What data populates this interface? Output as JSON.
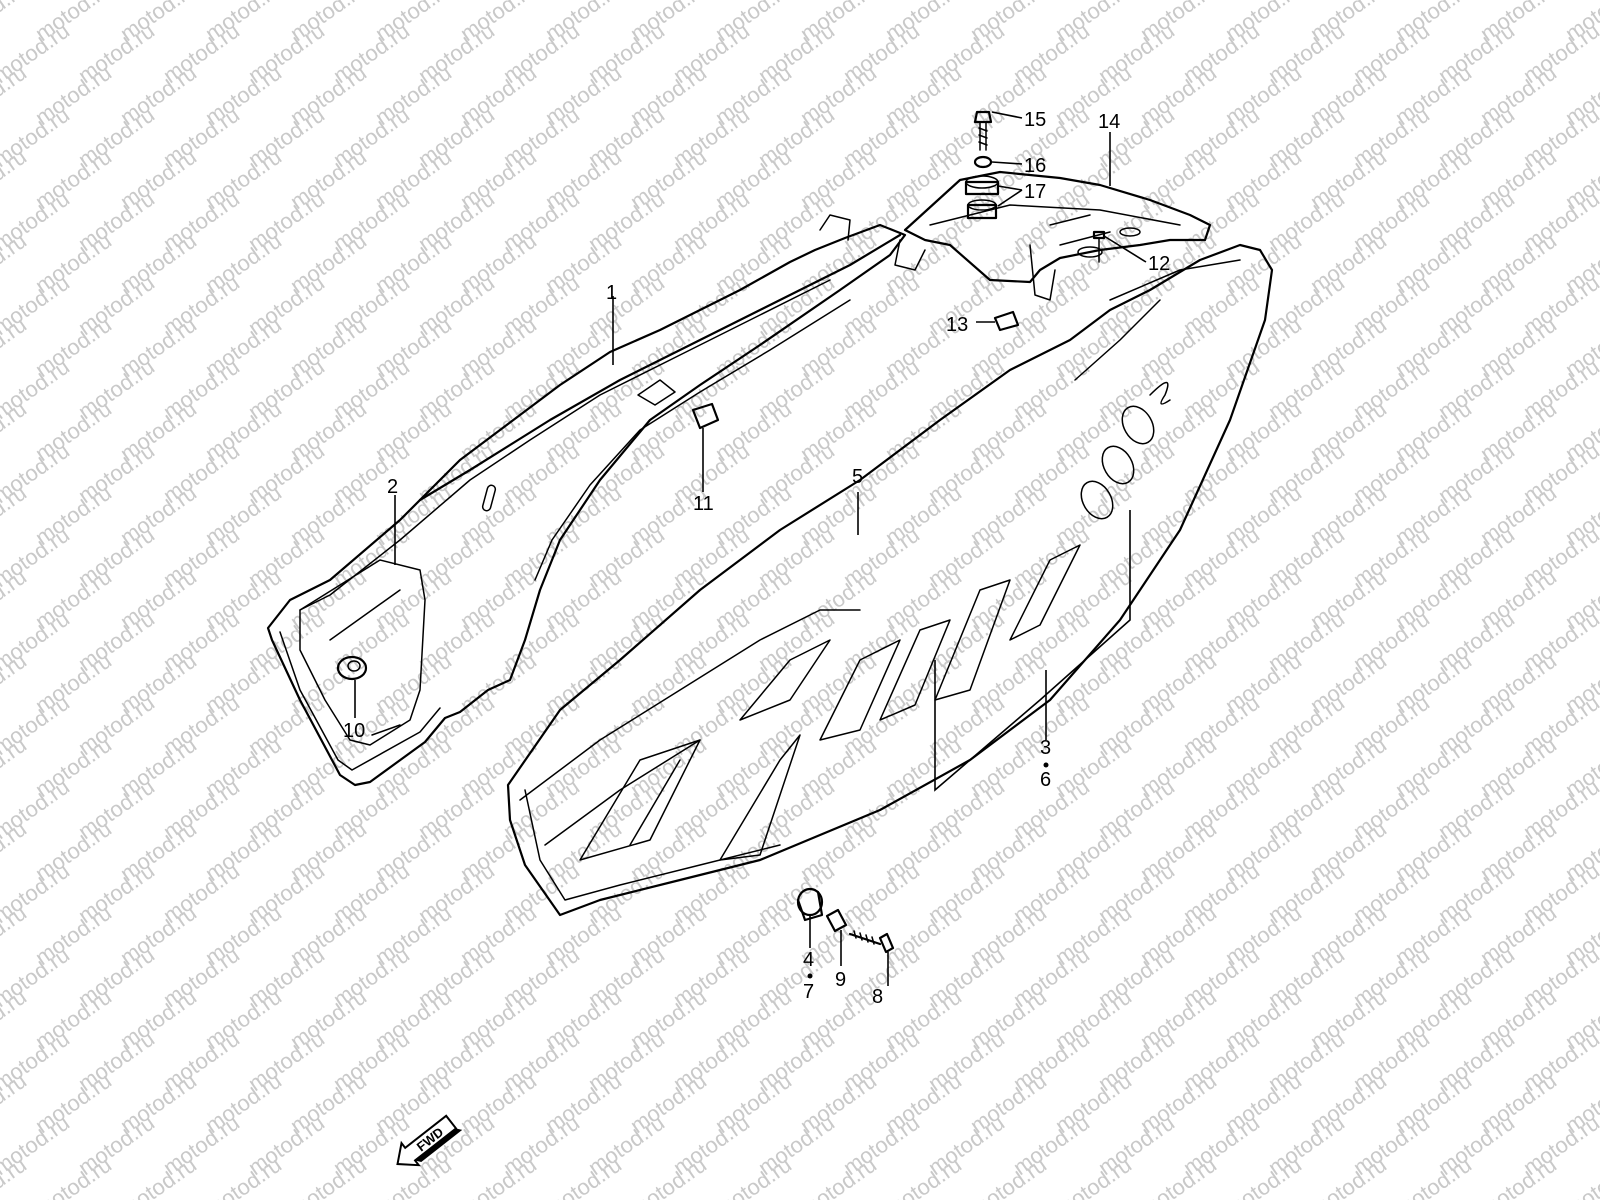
{
  "watermark": {
    "text": "motod.ru",
    "color": "#c9c9c9"
  },
  "callouts": {
    "c1": "1",
    "c2": "2",
    "c3": "3",
    "c6": "6",
    "c4": "4",
    "c7": "7",
    "c5": "5",
    "c8": "8",
    "c9": "9",
    "c10": "10",
    "c11": "11",
    "c12": "12",
    "c13": "13",
    "c14": "14",
    "c15": "15",
    "c16": "16",
    "c17": "17"
  },
  "fwd_label": "FWD"
}
